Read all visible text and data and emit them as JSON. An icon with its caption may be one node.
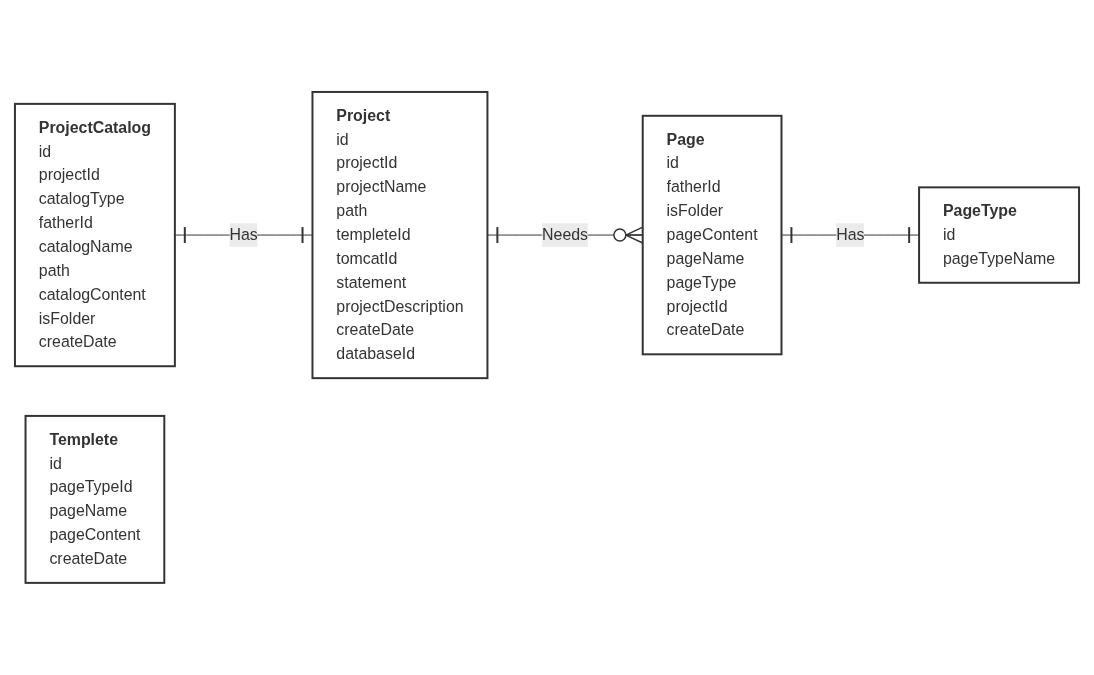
{
  "diagram": {
    "nodes": [
      {
        "text": [
          "ProjectCatalog",
          "id",
          "projectId",
          "catalogType",
          "fatherId",
          "catalogName",
          "path",
          "catalogContent",
          "isFolder",
          "createDate"
        ]
      },
      {
        "text": [
          "Project",
          "id",
          "projectId",
          "projectName",
          "path",
          "templeteId",
          "tomcatId",
          "statement",
          "projectDescription",
          "createDate",
          "databaseId"
        ]
      },
      {
        "text": [
          "Page",
          "id",
          "fatherId",
          "isFolder",
          "pageContent",
          "pageName",
          "pageType",
          "projectId",
          "createDate"
        ]
      },
      {
        "text": [
          "Templete",
          "id",
          "pageTypeId",
          "pageName",
          "pageContent",
          "createDate"
        ]
      },
      {
        "text": [
          "PageType",
          "id",
          "pageTypeName"
        ]
      }
    ],
    "edges": [
      {
        "from": 0,
        "to": 1,
        "arrow": "other",
        "label": "Has"
      },
      {
        "from": 1,
        "to": 2,
        "arrow": "other",
        "label": "Needs"
      },
      {
        "from": 2,
        "to": 4,
        "arrow": "other",
        "label": "Has"
      }
    ]
  }
}
